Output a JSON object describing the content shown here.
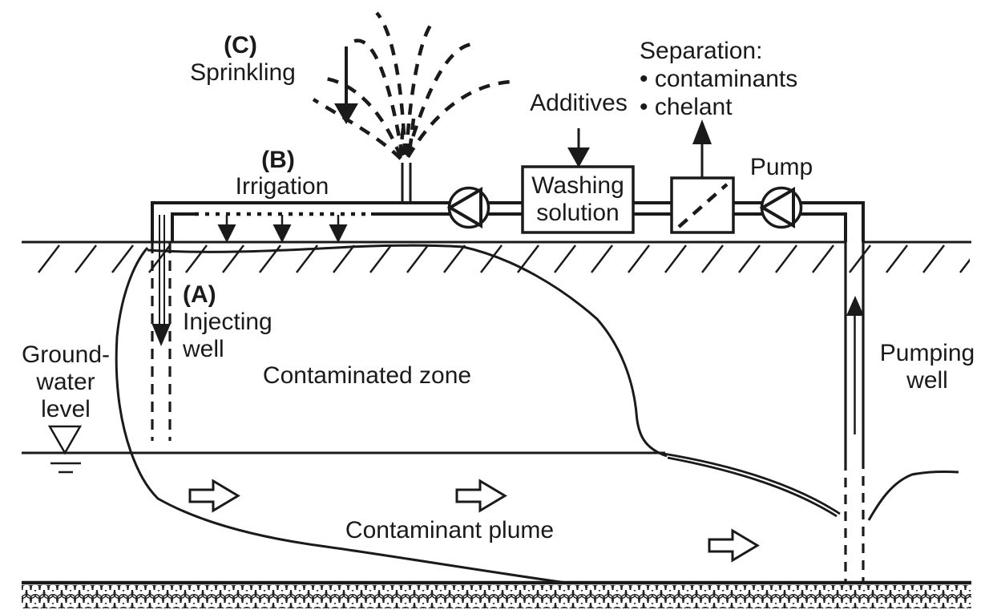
{
  "colors": {
    "ink": "#1a1a1a",
    "paper": "#ffffff"
  },
  "methods": {
    "a": {
      "tag": "(A)",
      "line1": "Injecting",
      "line2": "well"
    },
    "b": {
      "tag": "(B)",
      "label": "Irrigation"
    },
    "c": {
      "tag": "(C)",
      "label": "Sprinkling"
    }
  },
  "surface_system": {
    "additives": "Additives",
    "washing_unit": {
      "line1": "Washing",
      "line2": "solution"
    },
    "separation": {
      "title": "Separation:",
      "bullet1": "• contaminants",
      "bullet2": "• chelant"
    },
    "pump": "Pump"
  },
  "subsurface": {
    "groundwater_level": {
      "line1": "Ground-",
      "line2": "water",
      "line3": "level"
    },
    "contaminated_zone": "Contaminated zone",
    "contaminant_plume": "Contaminant plume",
    "pumping_well": {
      "line1": "Pumping",
      "line2": "well"
    }
  }
}
